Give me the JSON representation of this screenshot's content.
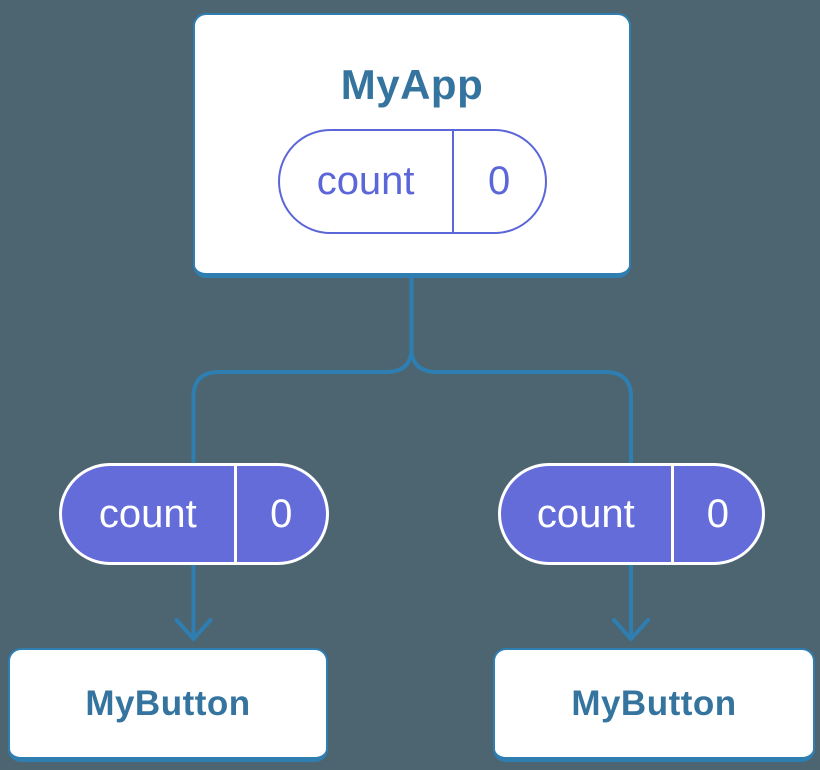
{
  "diagram": {
    "description": "Component tree: parent state passed down as props",
    "root": {
      "title": "MyApp",
      "state_pill": {
        "label": "count",
        "value": "0",
        "variant": "outline"
      }
    },
    "edges": [
      {
        "pill": {
          "label": "count",
          "value": "0",
          "variant": "filled"
        },
        "child": {
          "title": "MyButton"
        }
      },
      {
        "pill": {
          "label": "count",
          "value": "0",
          "variant": "filled"
        },
        "child": {
          "title": "MyButton"
        }
      }
    ]
  },
  "colors": {
    "background": "#4C6570",
    "connector_blue": "#2E7EB2",
    "card_border_blue": "#2E7EB2",
    "title_blue": "#35749E",
    "pill_purple_fill": "#636CD9",
    "pill_purple_outline": "#5B66D8",
    "card_background": "#FFFFFF",
    "pill_text_on_purple": "#FFFFFF"
  }
}
